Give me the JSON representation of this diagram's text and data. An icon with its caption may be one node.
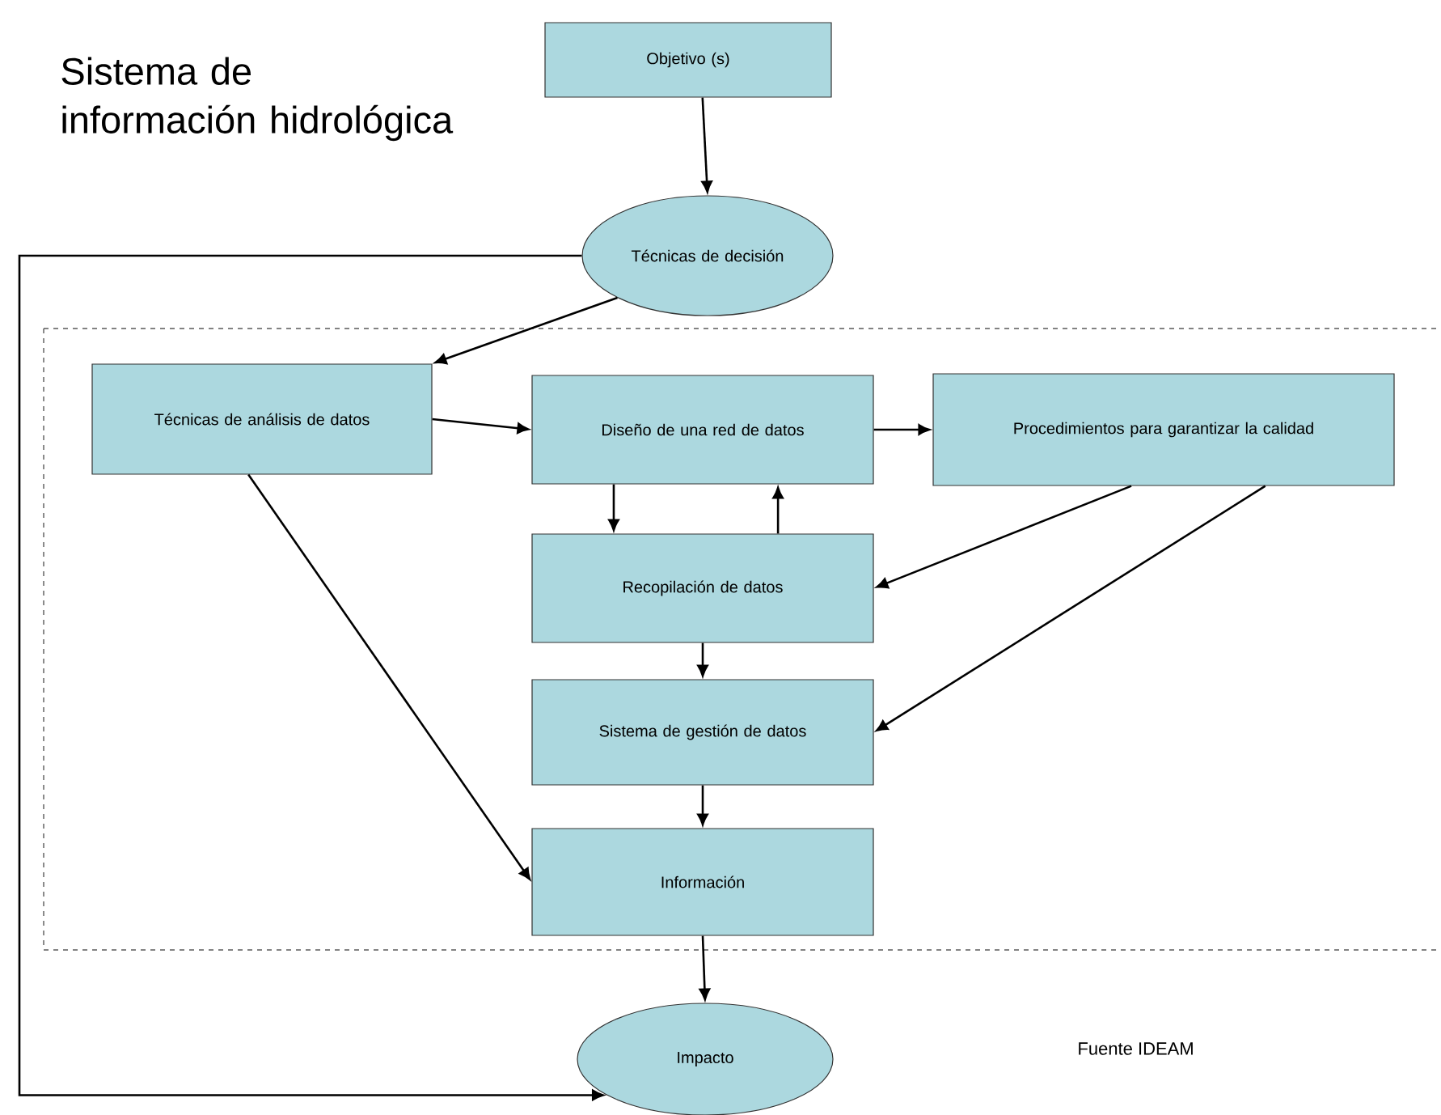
{
  "diagram": {
    "title": "Sistema de información hidrológica",
    "nodes": [
      {
        "text": [
          "Objetivo (s)"
        ]
      },
      {
        "text": [
          "Técnicas de decisión"
        ]
      },
      {
        "text": [
          "Técnicas de análisis de datos"
        ]
      },
      {
        "text": [
          "Diseño de una red de datos"
        ]
      },
      {
        "text": [
          "Procedimientos para garantizar la calidad"
        ]
      },
      {
        "text": [
          "Recopilación de datos"
        ]
      },
      {
        "text": [
          "Sistema de gestión de datos"
        ]
      },
      {
        "text": [
          "Información"
        ]
      },
      {
        "text": [
          "Impacto"
        ]
      }
    ],
    "edges": [
      {
        "from": 0,
        "to": 1,
        "arrow": "to"
      },
      {
        "from": 1,
        "to": 2,
        "arrow": "to"
      },
      {
        "from": 2,
        "to": 3,
        "arrow": "to"
      },
      {
        "from": 3,
        "to": 4,
        "arrow": "to"
      },
      {
        "from": 3,
        "to": 5,
        "arrow": "to"
      },
      {
        "from": 5,
        "to": 3,
        "arrow": "to"
      },
      {
        "from": 4,
        "to": 5,
        "arrow": "to"
      },
      {
        "from": 4,
        "to": 6,
        "arrow": "to"
      },
      {
        "from": 5,
        "to": 6,
        "arrow": "to"
      },
      {
        "from": 6,
        "to": 7,
        "arrow": "to"
      },
      {
        "from": 2,
        "to": 7,
        "arrow": "to"
      },
      {
        "from": 7,
        "to": 8,
        "arrow": "to"
      },
      {
        "from": 1,
        "to": 8,
        "arrow": "to"
      }
    ],
    "labels": [
      "Fuente  IDEAM"
    ]
  }
}
